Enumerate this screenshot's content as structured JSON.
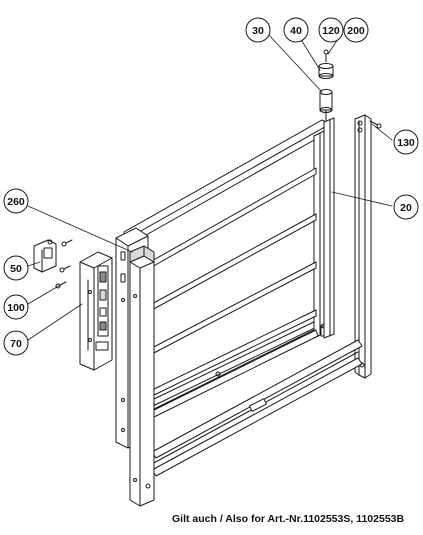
{
  "callouts": {
    "c30": "30",
    "c40": "40",
    "c120": "120",
    "c200": "200",
    "c130": "130",
    "c20": "20",
    "c260": "260",
    "c50": "50",
    "c100": "100",
    "c70": "70"
  },
  "footer": {
    "note": "Gilt auch / Also for Art.-Nr.1102553S, 1102553B"
  },
  "colors": {
    "line": "#1a1a1a",
    "frame_fill": "#ffffff",
    "shade": "#d9d9d9",
    "dark": "#8c8c8c"
  }
}
